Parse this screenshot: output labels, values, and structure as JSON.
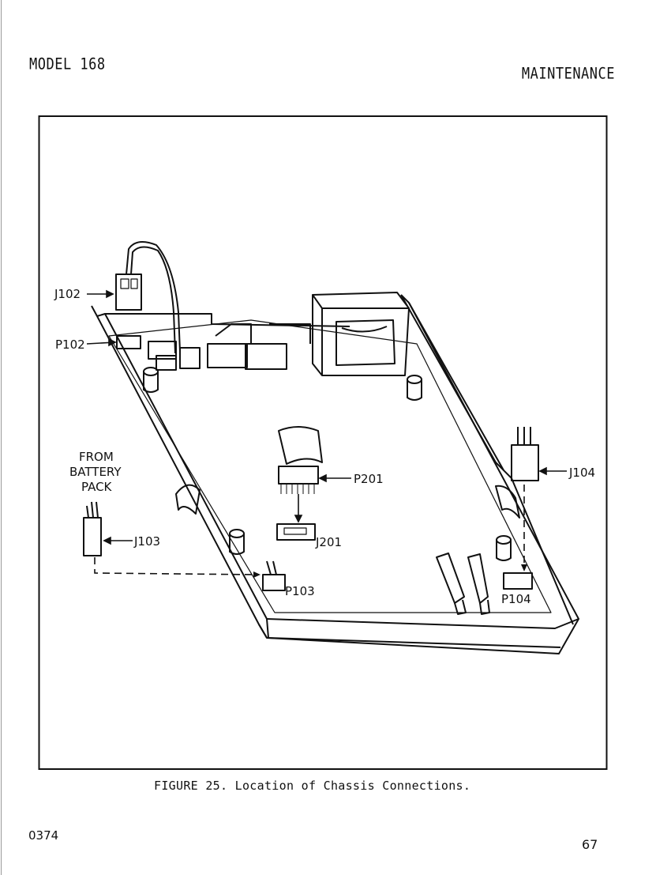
{
  "header": {
    "model": "MODEL 168",
    "section": "MAINTENANCE"
  },
  "figure": {
    "caption": "FIGURE 25.  Location of Chassis Connections.",
    "labels": {
      "j102": "J102",
      "p102": "P102",
      "from_battery_1": "FROM",
      "from_battery_2": "BATTERY",
      "from_battery_3": "PACK",
      "j103": "J103",
      "p103": "P103",
      "p201": "P201",
      "j201": "J201",
      "j104": "J104",
      "p104": "P104"
    }
  },
  "footer": {
    "doc_number": "0374",
    "page_number": "67"
  }
}
